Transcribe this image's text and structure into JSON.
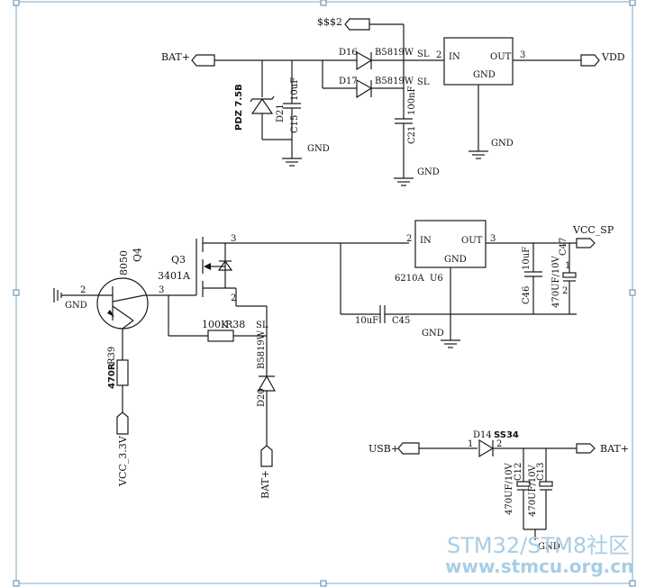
{
  "nets": {
    "bat_plus": "BAT+",
    "s_s_s2": "$$$2",
    "vdd": "VDD",
    "gnd": "GND",
    "vcc_sp": "VCC_SP",
    "usb_plus": "USB+",
    "vcc_3v3": "VCC_3.3V",
    "sl": "SL"
  },
  "components": {
    "d16": {
      "ref": "D16",
      "value": "B5819W"
    },
    "d17": {
      "ref": "D17",
      "value": "B5819W"
    },
    "d21": {
      "ref": "D21",
      "value": "PDZ 7.5B"
    },
    "c15": {
      "ref": "C15",
      "value": "10uF"
    },
    "c21": {
      "ref": "C21",
      "value": "100nF"
    },
    "u_top": {
      "in": "IN",
      "out": "OUT",
      "gnd": "GND",
      "pin_in": "2",
      "pin_out": "3"
    },
    "q4": {
      "ref": "Q4",
      "value": "8050",
      "pin2": "2",
      "pin3": "3"
    },
    "r39": {
      "ref": "R39",
      "value": "470R"
    },
    "q3": {
      "ref": "Q3",
      "value": "3401A",
      "pin3": "3",
      "pin2": "2"
    },
    "r38": {
      "ref": "R38",
      "value": "100K"
    },
    "d20": {
      "ref": "D20",
      "value": "B5819W"
    },
    "u6": {
      "ref": "U6",
      "value": "6210A",
      "in": "IN",
      "out": "OUT",
      "gnd": "GND",
      "pin_in": "2",
      "pin_out": "3"
    },
    "c45": {
      "ref": "C45",
      "value": "10uF"
    },
    "c46": {
      "ref": "C46",
      "value": "10uF"
    },
    "c47": {
      "ref": "C47",
      "value": "470UF/10V",
      "pin1": "1",
      "pin2": "2"
    },
    "d14": {
      "ref": "D14",
      "value": "SS34",
      "pin1": "1",
      "pin2": "2"
    },
    "c12": {
      "ref": "C12",
      "value": "470UF/10V"
    },
    "c13": {
      "ref": "C13",
      "value": "470UF/10V"
    }
  },
  "watermark": {
    "line1": "STM32/STM8社区",
    "line2": "www.stmcu.org.cn"
  }
}
